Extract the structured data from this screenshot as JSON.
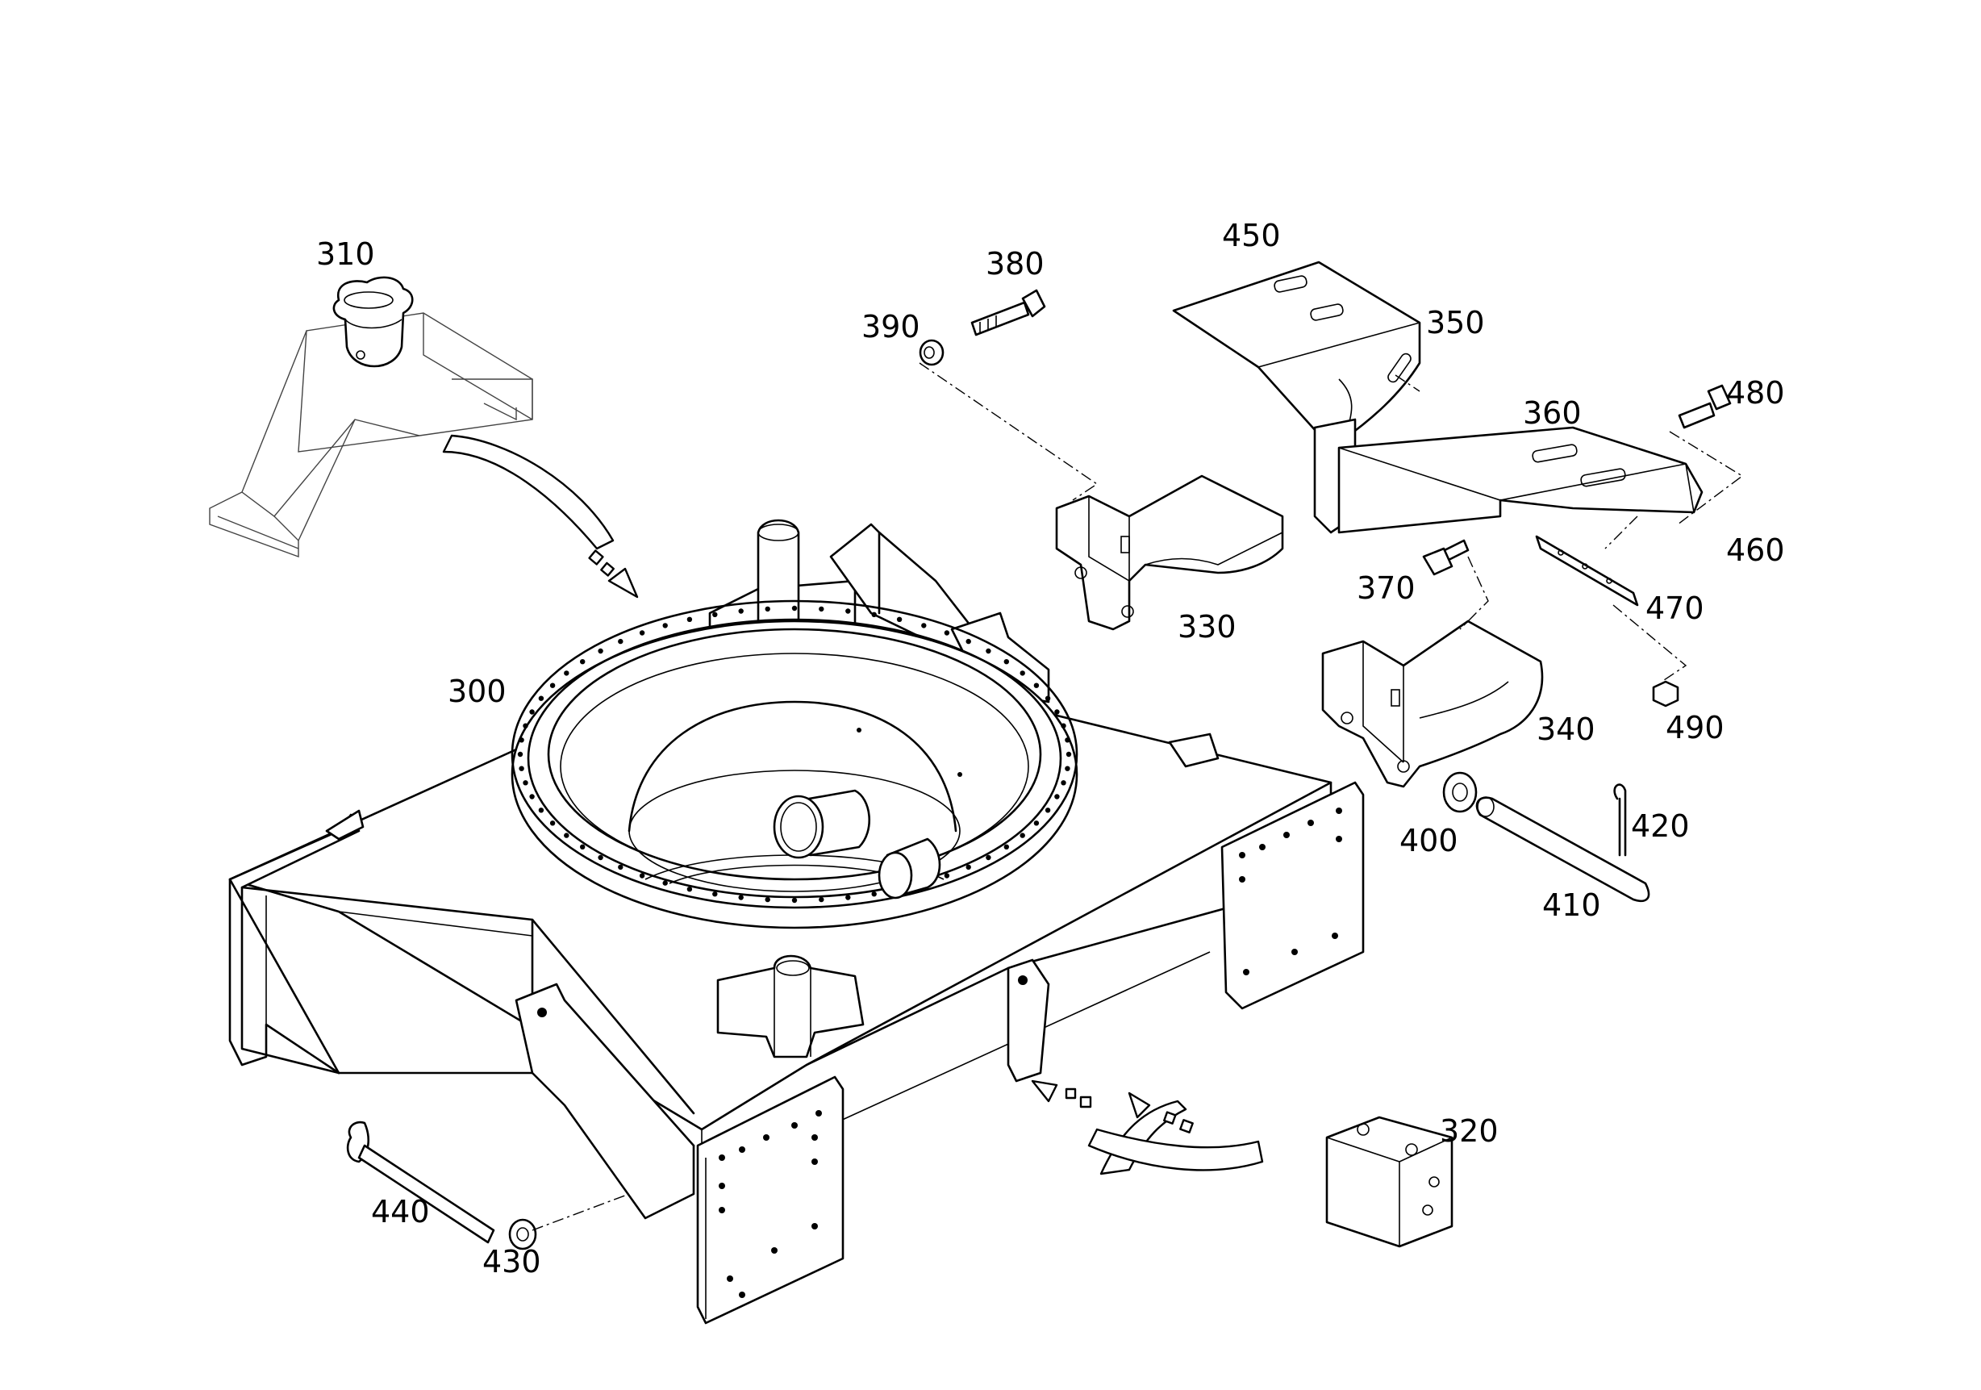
{
  "labels": {
    "p300": "300",
    "p310": "310",
    "p320": "320",
    "p330": "330",
    "p340": "340",
    "p350": "350",
    "p360": "360",
    "p370": "370",
    "p380": "380",
    "p390": "390",
    "p400": "400",
    "p410": "410",
    "p420": "420",
    "p430": "430",
    "p440": "440",
    "p450": "450",
    "p460": "460",
    "p470": "470",
    "p480": "480",
    "p490": "490"
  }
}
